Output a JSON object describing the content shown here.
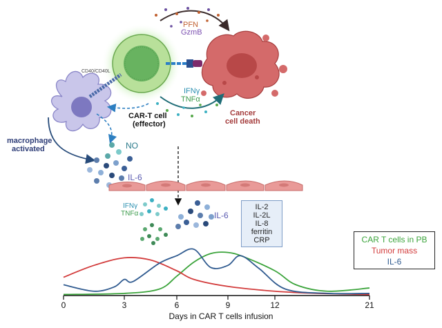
{
  "diagram": {
    "labels": {
      "pfn": "PFN",
      "gzmb": "GzmB",
      "cd40": "CD40/CD40L",
      "ifng_top": "IFNγ",
      "tnfa_top": "TNFα",
      "cart_line1": "CAR-T cell",
      "cart_line2": "(effector)",
      "cancer_line1": "Cancer",
      "cancer_line2": "cell death",
      "macrophage_line1": "macrophage",
      "macrophage_line2": "activated",
      "no": "NO",
      "il6_upper": "IL-6",
      "ifng_lower": "IFNγ",
      "tnfa_lower": "TNFα",
      "il6_lower": "IL-6"
    },
    "cytokine_box": [
      "IL-2",
      "IL-2L",
      "IL-8",
      "ferritin",
      "CRP"
    ]
  },
  "chart_data": {
    "type": "line",
    "xlabel": "Days in CAR T cells infusion",
    "x_ticks": [
      "0",
      "3",
      "6",
      "9",
      "12",
      "21"
    ],
    "x_tick_positions": [
      0,
      3,
      6,
      9,
      12,
      21
    ],
    "series": [
      {
        "name": "CAR T cells in PB",
        "color": "#3aa33a",
        "points": [
          [
            0,
            0.02
          ],
          [
            3,
            0.04
          ],
          [
            5,
            0.12
          ],
          [
            6,
            0.36
          ],
          [
            7,
            0.62
          ],
          [
            8,
            0.78
          ],
          [
            9,
            0.8
          ],
          [
            10,
            0.72
          ],
          [
            12,
            0.46
          ],
          [
            14,
            0.2
          ],
          [
            17,
            0.08
          ],
          [
            21,
            0.14
          ]
        ]
      },
      {
        "name": "Tumor mass",
        "color": "#d23a3a",
        "points": [
          [
            0,
            0.34
          ],
          [
            1.5,
            0.56
          ],
          [
            3,
            0.7
          ],
          [
            4.5,
            0.66
          ],
          [
            6,
            0.46
          ],
          [
            7,
            0.3
          ],
          [
            9,
            0.17
          ],
          [
            12,
            0.08
          ],
          [
            16,
            0.04
          ],
          [
            21,
            0.02
          ]
        ]
      },
      {
        "name": "IL-6",
        "color": "#2f5a8f",
        "points": [
          [
            0,
            0.2
          ],
          [
            1.5,
            0.08
          ],
          [
            2.5,
            0.16
          ],
          [
            3,
            0.3
          ],
          [
            3.5,
            0.26
          ],
          [
            5,
            0.6
          ],
          [
            6,
            0.74
          ],
          [
            7,
            0.86
          ],
          [
            8,
            0.52
          ],
          [
            9,
            0.56
          ],
          [
            9.8,
            0.74
          ],
          [
            11,
            0.5
          ],
          [
            13,
            0.12
          ],
          [
            17,
            0.04
          ],
          [
            21,
            0.04
          ]
        ]
      }
    ],
    "legend": {
      "entries": [
        "CAR T cells in PB",
        "Tumor mass",
        "IL-6"
      ],
      "colors": [
        "#3aa33a",
        "#d23a3a",
        "#2f5a8f"
      ],
      "position": "right"
    }
  }
}
